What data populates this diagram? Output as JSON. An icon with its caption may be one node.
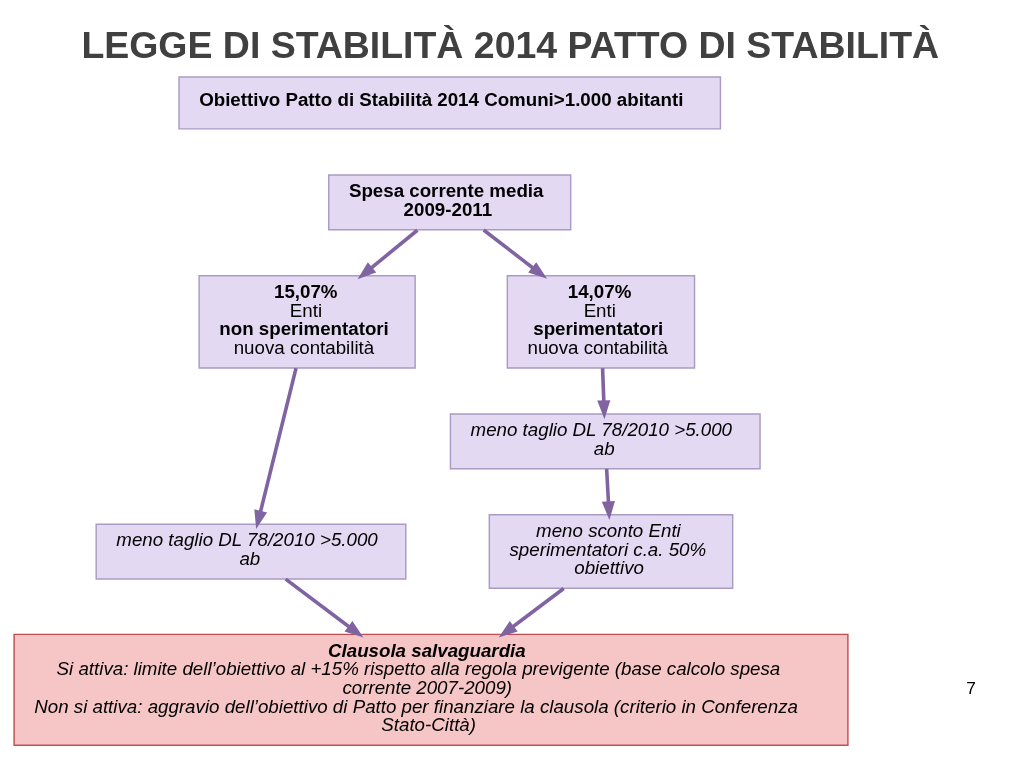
{
  "diagram": {
    "title": "LEGGE DI STABILITÀ 2014 PATTO DI STABILITÀ",
    "nodes": [
      {
        "text": [
          "Obiettivo Patto di Stabilità 2014 Comuni>1.000 abitanti"
        ]
      },
      {
        "text": [
          "Spesa corrente media",
          "2009-2011"
        ]
      },
      {
        "text": [
          "15,07%",
          "Enti",
          "non sperimentatori",
          "nuova contabilità"
        ]
      },
      {
        "text": [
          "14,07%",
          "Enti",
          "sperimentatori",
          "nuova contabilità"
        ]
      },
      {
        "text": [
          "meno taglio DL 78/2010 >5.000 ab"
        ]
      },
      {
        "text": [
          "meno taglio DL 78/2010 >5.000 ab"
        ]
      },
      {
        "text": [
          "meno sconto Enti sperimentatori c.a. 50% obiettivo"
        ]
      },
      {
        "text": [
          "Clausola salvaguardia",
          "Si attiva: limite dell’obiettivo al +15% rispetto alla regola previgente (base calcolo spesa corrente 2007-2009)",
          "Non si attiva: aggravio dell’obiettivo di Patto per finanziare la clausola (criterio in Conferenza Stato-Città)"
        ]
      }
    ],
    "edges": [
      {
        "from": 1,
        "to": 2,
        "arrow": "to"
      },
      {
        "from": 1,
        "to": 3,
        "arrow": "to"
      },
      {
        "from": 2,
        "to": 4,
        "arrow": "to"
      },
      {
        "from": 3,
        "to": 5,
        "arrow": "to"
      },
      {
        "from": 4,
        "to": 7,
        "arrow": "to"
      },
      {
        "from": 5,
        "to": 6,
        "arrow": "to"
      },
      {
        "from": 6,
        "to": 7,
        "arrow": "to"
      }
    ],
    "labels": [
      "7"
    ]
  }
}
